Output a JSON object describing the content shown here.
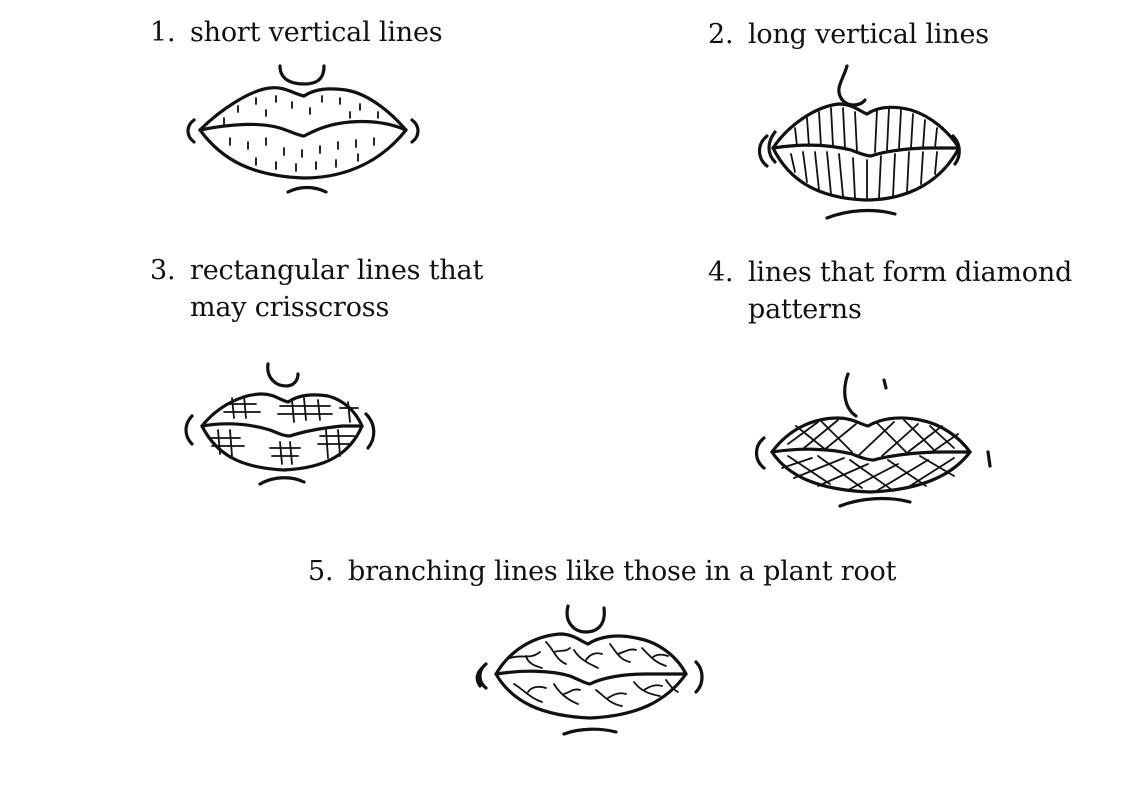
{
  "items": [
    {
      "num": "1.",
      "line1": "short vertical lines",
      "line2": "",
      "pattern": "short-vertical"
    },
    {
      "num": "2.",
      "line1": "long vertical lines",
      "line2": "",
      "pattern": "long-vertical"
    },
    {
      "num": "3.",
      "line1": "rectangular lines that",
      "line2": "may crisscross",
      "pattern": "rectangular"
    },
    {
      "num": "4.",
      "line1": "lines that form diamond",
      "line2": "patterns",
      "pattern": "diamond"
    },
    {
      "num": "5.",
      "line1": "branching lines like those in a plant root",
      "line2": "",
      "pattern": "branching"
    }
  ]
}
